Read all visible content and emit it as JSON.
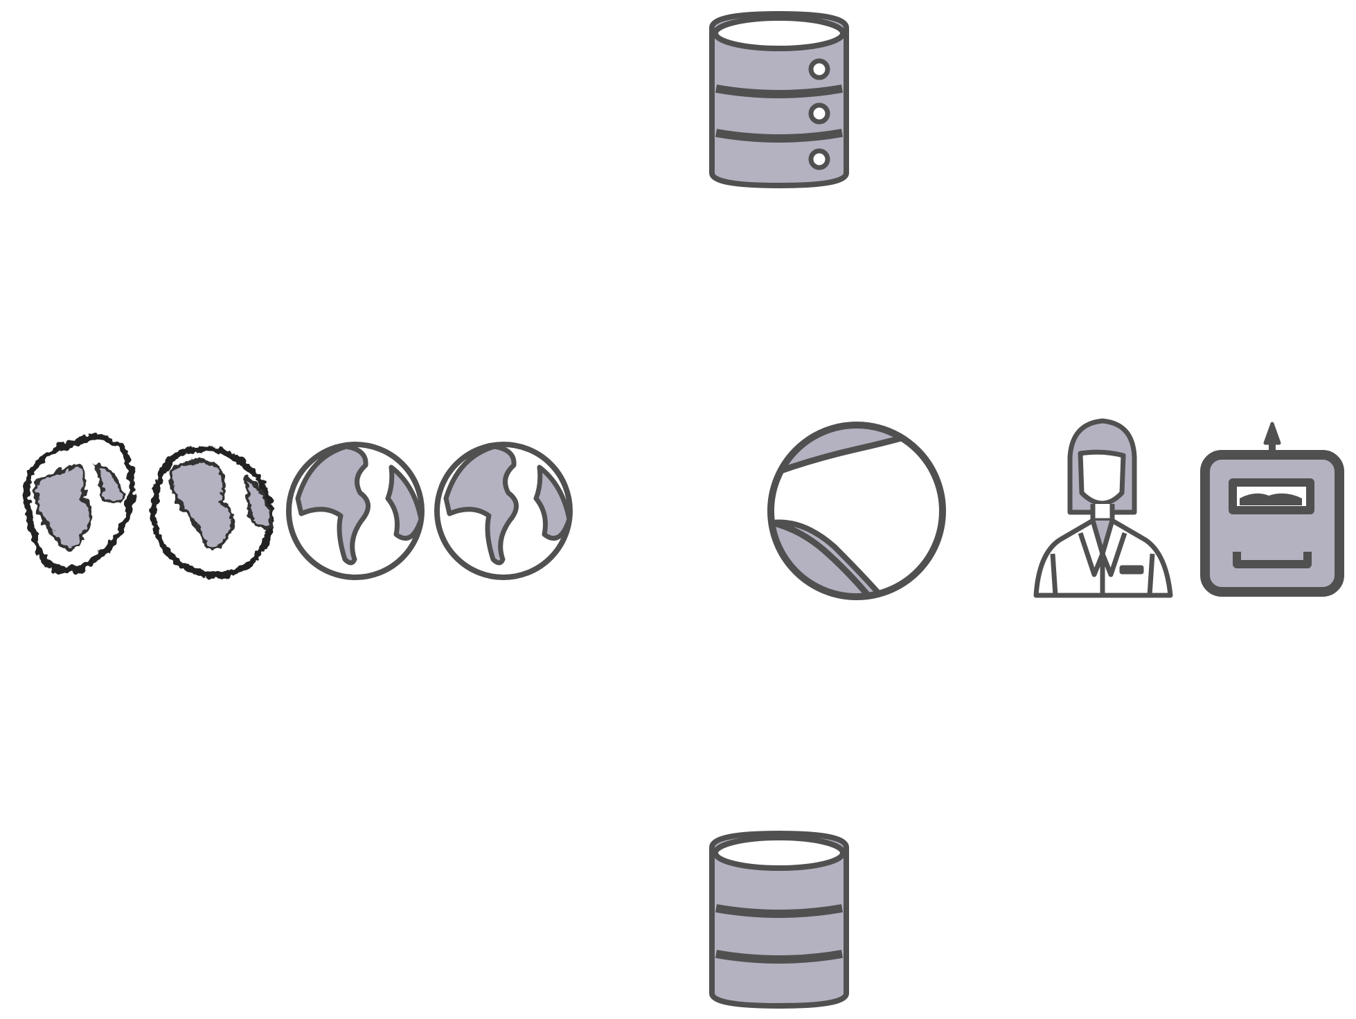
{
  "diagram": {
    "colors": {
      "outline": "#505050",
      "fill": "#b4b1c0",
      "background": "#ffffff",
      "highlight": "#ffffff"
    },
    "nodes": [
      {
        "id": "database-top",
        "icon": "database-with-drive-indicators"
      },
      {
        "id": "earth-sequence",
        "icon": "globe-icons",
        "count": 4,
        "variant": "progressive-blur"
      },
      {
        "id": "center-sphere",
        "icon": "planet-sphere"
      },
      {
        "id": "scientist",
        "icon": "female-scientist"
      },
      {
        "id": "robot",
        "icon": "robot-face"
      },
      {
        "id": "database-bottom",
        "icon": "database-stack"
      }
    ],
    "edges": []
  }
}
